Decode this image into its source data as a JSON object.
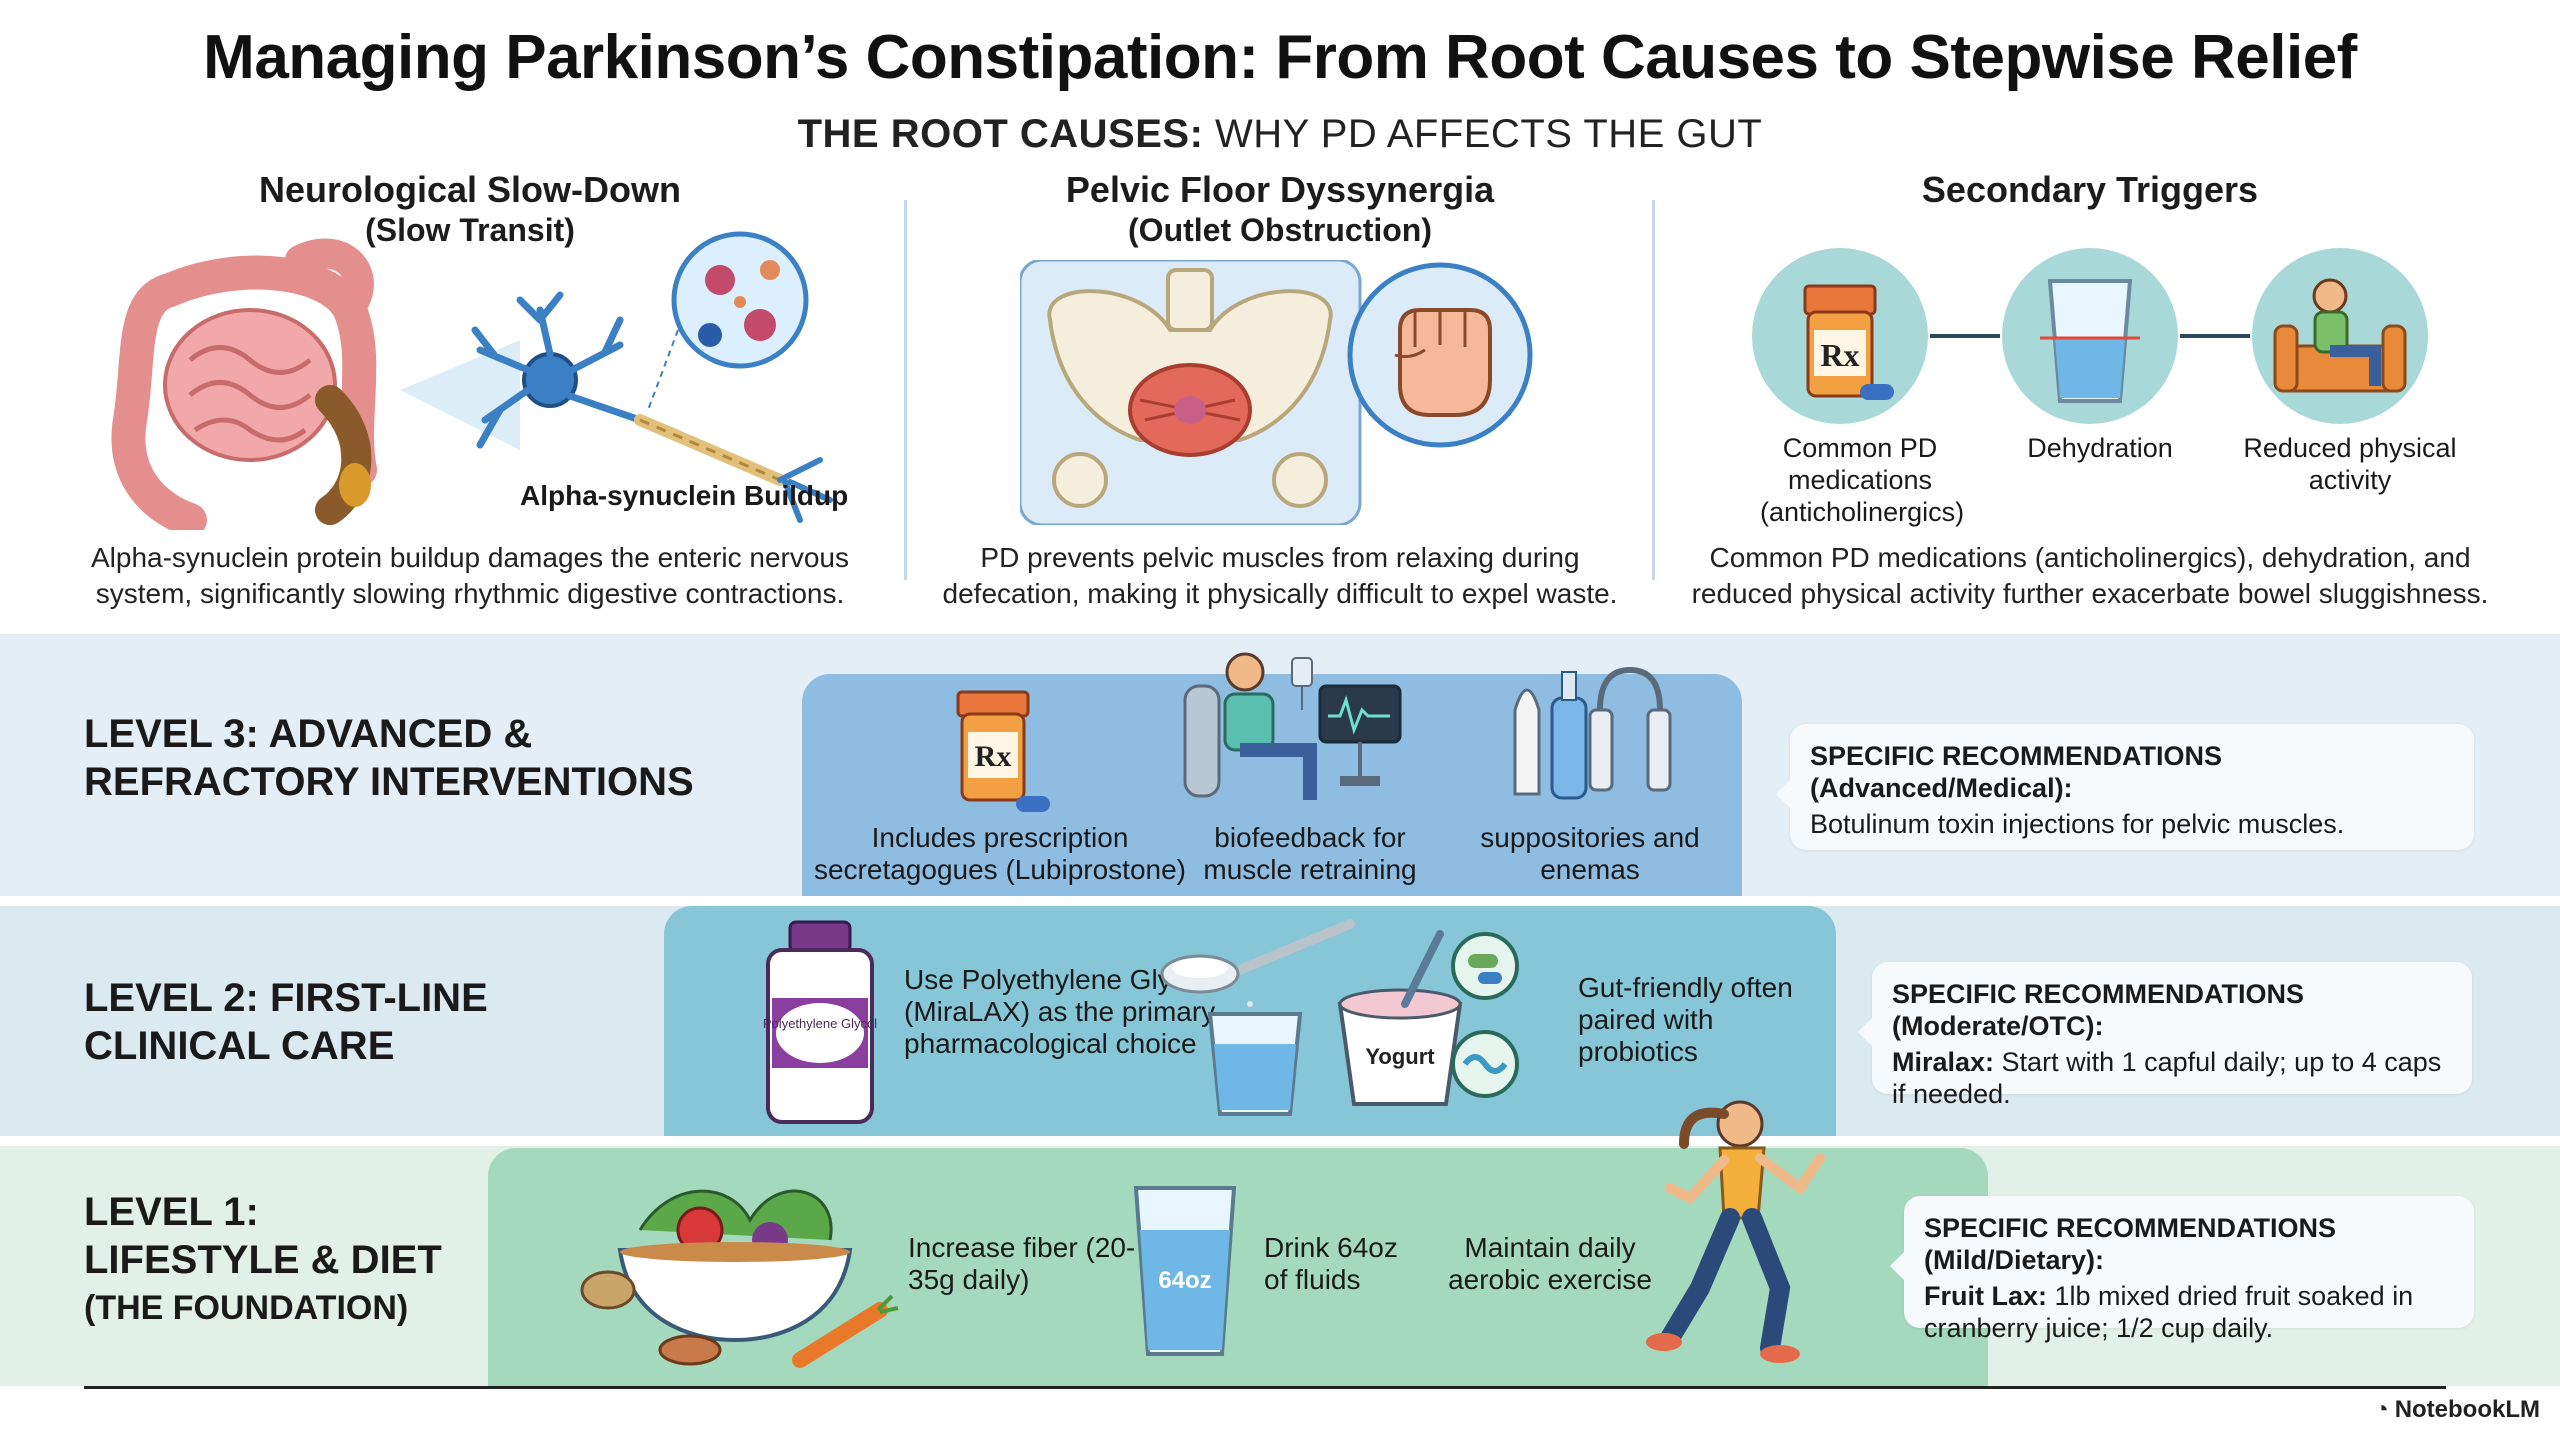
{
  "title": "Managing Parkinson’s Constipation: From Root Causes to Stepwise Relief",
  "subtitle": {
    "bold": "THE ROOT CAUSES:",
    "rest": " WHY PD AFFECTS THE GUT"
  },
  "root_causes": [
    {
      "heading": "Neurological Slow-Down",
      "subheading": "(Slow Transit)",
      "illustration_label": "Alpha-synuclein Buildup",
      "description": "Alpha-synuclein protein buildup damages the enteric nervous system, significantly slowing rhythmic digestive contractions."
    },
    {
      "heading": "Pelvic Floor Dyssynergia",
      "subheading": "(Outlet Obstruction)",
      "description": "PD prevents pelvic muscles from relaxing during defecation, making it physically difficult to expel waste."
    },
    {
      "heading": "Secondary Triggers",
      "triggers": [
        {
          "label": "Common PD medications (anticholinergics)",
          "icon": "pill-bottle-icon"
        },
        {
          "label": "Dehydration",
          "icon": "water-glass-icon"
        },
        {
          "label": "Reduced physical activity",
          "icon": "sofa-person-icon"
        }
      ],
      "description": "Common PD medications (anticholinergics), dehydration, and reduced physical activity further exacerbate bowel sluggishness."
    }
  ],
  "levels": [
    {
      "id": "level3",
      "label_line1": "LEVEL 3: ADVANCED &",
      "label_line2": "REFRACTORY INTERVENTIONS",
      "items": [
        {
          "caption": "Includes prescription secretagogues (Lubiprostone)",
          "icon": "rx-bottle-icon"
        },
        {
          "caption": "biofeedback for muscle retraining",
          "icon": "biofeedback-patient-icon"
        },
        {
          "caption": "suppositories and enemas",
          "icon": "enema-kit-icon"
        }
      ],
      "rec_heading": "SPECIFIC RECOMMENDATIONS (Advanced/Medical):",
      "rec_body": "Botulinum toxin injections for pelvic muscles."
    },
    {
      "id": "level2",
      "label_line1": "LEVEL 2: FIRST-LINE",
      "label_line2": "CLINICAL CARE",
      "bottle_label": "Polyethylene Glycol",
      "yogurt_label": "Yogurt",
      "caption_peg": "Use Polyethylene Glycol (MiraLAX) as the primary pharmacological choice",
      "caption_probiotic": "Gut-friendly often paired with probiotics",
      "rec_heading": "SPECIFIC RECOMMENDATIONS (Moderate/OTC):",
      "rec_bold": "Miralax:",
      "rec_body": " Start with 1 capful daily; up to 4 caps if needed."
    },
    {
      "id": "level1",
      "label_line1": "LEVEL 1:",
      "label_line2": "LIFESTYLE & DIET",
      "label_line3": "(THE FOUNDATION)",
      "glass_label": "64oz",
      "caption_fiber": "Increase fiber (20-35g daily)",
      "caption_fluids": "Drink 64oz of fluids",
      "caption_exercise": "Maintain daily aerobic exercise",
      "rec_heading": "SPECIFIC RECOMMENDATIONS (Mild/Dietary):",
      "rec_bold": "Fruit Lax:",
      "rec_body": " 1lb mixed dried fruit soaked in cranberry juice; 1/2 cup daily."
    }
  ],
  "brand": "NotebookLM"
}
